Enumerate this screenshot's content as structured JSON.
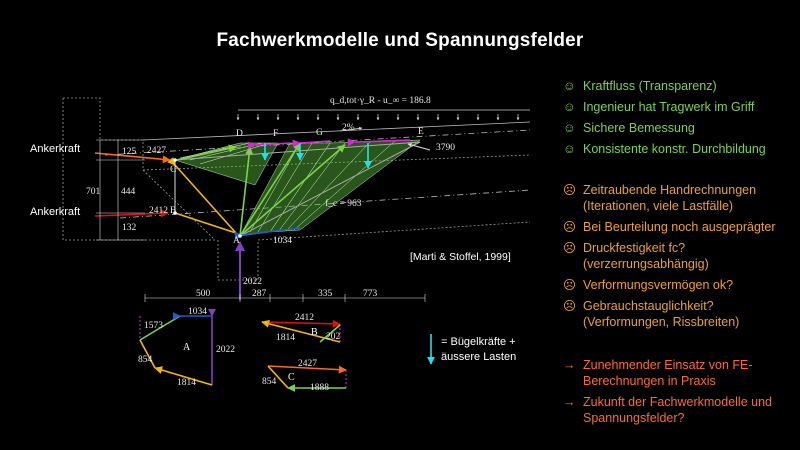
{
  "title": "Fachwerkmodelle und Spannungsfelder",
  "pros": [
    {
      "icon": "☺",
      "text": "Kraftfluss (Transparenz)"
    },
    {
      "icon": "☺",
      "text": "Ingenieur hat Tragwerk im Griff"
    },
    {
      "icon": "☺",
      "text": "Sichere Bemessung"
    },
    {
      "icon": "☺",
      "text": "Konsistente konstr. Durchbildung"
    }
  ],
  "cons": [
    {
      "icon": "☹",
      "text": "Zeitraubende Handrechnungen",
      "text2": "(Iterationen, viele Lastfälle)"
    },
    {
      "icon": "☹",
      "text": "Bei Beurteilung noch ausgeprägter"
    },
    {
      "icon": "☹",
      "text": "Druckfestigkeit fc?",
      "text2": "(verzerrungsabhängig)"
    },
    {
      "icon": "☹",
      "text": "Verformungsvermögen ok?"
    },
    {
      "icon": "☹",
      "text": "Gebrauchstauglichkeit?",
      "text2": "(Verformungen, Rissbreiten)"
    }
  ],
  "trends": [
    {
      "icon": "→",
      "text": "Zunehmender Einsatz von FE-",
      "text2": "Berechnungen in Praxis"
    },
    {
      "icon": "→",
      "text": "Zukunft der Fachwerkmodelle und",
      "text2": "Spannungsfelder?"
    }
  ],
  "diagram": {
    "anchor_label_top": "Ankerkraft",
    "anchor_label_bottom": "Ankerkraft",
    "load_label": "q_d,tot·γ_R - u_∞ = 186.8",
    "slope_label": "2%",
    "force_3790": "3790",
    "force_2427": "2427",
    "force_2412": "2412",
    "force_1034": "1034",
    "force_2022": "2022",
    "fc_label": "f_c = 963",
    "dim_125": "125",
    "dim_701": "701",
    "dim_444": "444",
    "dim_132": "132",
    "dim_500": "500",
    "dim_287": "287",
    "dim_335": "335",
    "dim_773": "773",
    "node_C": "C",
    "node_B": "B",
    "node_A": "A",
    "node_D": "D",
    "node_F": "F",
    "node_G": "G",
    "node_E": "E",
    "citation": "[Marti & Stoffel, 1999]",
    "legend_text_1": "= Bügelkräfte +",
    "legend_text_2": "äussere Lasten"
  },
  "polygons": {
    "A": {
      "label": "A",
      "f1573": "1573",
      "f1034": "1034",
      "f854": "854",
      "f2022": "2022",
      "f1814": "1814"
    },
    "B": {
      "label": "B",
      "f2412": "2412",
      "f1814": "1814",
      "f202": "202"
    },
    "C": {
      "label": "C",
      "f2427": "2427",
      "f854": "854",
      "f1888": "1888"
    }
  },
  "colors": {
    "compression": "#f5b800",
    "tension_green": "#7bd34a",
    "tension_orange": "#ff6a1a",
    "red": "#e01010",
    "purple": "#8040c0",
    "magenta": "#e020e0",
    "blue": "#1a5fd0",
    "cyan": "#20e0f0"
  }
}
